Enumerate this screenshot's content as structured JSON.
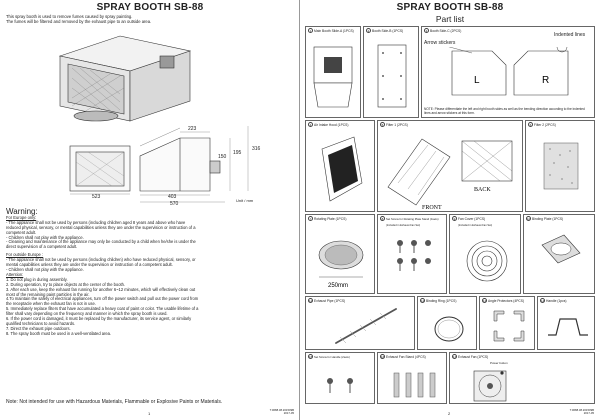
{
  "left_page": {
    "title": "SPRAY BOOTH SB-88",
    "intro_line1": "This spray booth is used to remove fumes caused by spray painting.",
    "intro_line2": "The fumes will be filtered and removed by the exhaust pipe to an outside area.",
    "dims": {
      "d223": "223",
      "d150": "150",
      "d195": "195",
      "d316": "316",
      "d523": "523",
      "d403": "403",
      "d570": "570",
      "unit": "Unit / mm"
    },
    "warning_title": "Warning:",
    "eu_title": "For Europe only:",
    "eu_items": [
      "- The appliance shall not be used by persons (including children aged 8 years and above who have",
      "  reduced physical, sensory, or mental capabilities unless they are under the supervision or instruction of a",
      "  competent adult.",
      "- Children shall not play with the appliance.",
      "- Cleaning and maintenance of the appliance may only be conducted by a child when he/she is under the",
      "  direct supervision of a competent adult."
    ],
    "outside_title": "For outside Europe :",
    "outside_items": [
      "- The appliance shall not be used by persons (including children) who have reduced physical, sensory, or",
      "  mental capabilities unless they are under the supervision or instruction of a competent adult.",
      "- Children shall not play with the appliance."
    ],
    "attention_title": "Attention:",
    "attention_items": [
      "1. Do not plug in during assembly.",
      "2. During operation, try to place objects at the center of the booth.",
      "3. After each use, keep the exhaust fan running for another 6~12 minutes, which will effectively clean out",
      "   most of the remaining paint particles in the air.",
      "4.To maintain the safety of electrical appliances, turn off the power switch and pull out the power cord from",
      "   the receptacle when the exhaust fan is not in use.",
      "5. Immediately replace filters that have accumulated a heavy coat of paint or color. The usable lifetime of a",
      "   filter shall vary depending on the frequency and manner in which the spray booth is used.",
      "6. If the power cord is damaged, it must be replaced by the manufacturer, its service agent, or similarly",
      "   qualified technicians to avoid hazards.",
      "7. Direct the exhaust pipe outdoors.",
      "8. The spray booth must be used in a well-ventilated area."
    ],
    "note": "Note: Not intended for use with Hazardous Materials, Flammable or Explosive Paints or Materials.",
    "page_number": "1",
    "code1": "T.0688.38.201509B",
    "code2": "2017-05"
  },
  "right_page": {
    "title": "SPRAY BOOTH SB-88",
    "part_list_title": "Part list",
    "parts": [
      {
        "n": "1",
        "label": "Main Booth Slide-A (1PCS)"
      },
      {
        "n": "2",
        "label": "Booth Side-B (1PCS)"
      },
      {
        "n": "3",
        "label": "Booth Side-C (2PCS)"
      },
      {
        "n": "4",
        "label": "Air Intake Hood (1PCS)"
      },
      {
        "n": "5",
        "label": "Filter 1 (2PCS)"
      },
      {
        "n": "6",
        "label": "Filter 2 (2PCS)"
      },
      {
        "n": "7",
        "label": "Rotating Plate (1PCS)"
      },
      {
        "n": "8",
        "label": "Set Screw for Rotating Plate Stand (4sets)"
      },
      {
        "n": "9",
        "label": "Fan Cover (1PCS)"
      },
      {
        "n": "10",
        "label": "Binding Plate (1PCS)"
      },
      {
        "n": "11",
        "label": "Exhaust Pipe (1PCS)"
      },
      {
        "n": "12",
        "label": "Binding Ring (1PCS)"
      },
      {
        "n": "13",
        "label": "Angle Protectors (4PCS)"
      },
      {
        "n": "14",
        "label": "Handle (1pcs)"
      },
      {
        "n": "15",
        "label": "Set Screw for Handle (2sets)"
      },
      {
        "n": "16",
        "label": "Exhaust Fan Stand (4PCS)"
      },
      {
        "n": "17",
        "label": "Exhaust Fan (1PCS)"
      }
    ],
    "screw_sub1": "(Included in Exhaust Fan Set)",
    "fan_cover_sub": "(Included in Exhaust Fan Set)",
    "arrow_stickers": "Arrow stickers",
    "indented_lines": "Indented lines",
    "letter_L": "L",
    "letter_R": "R",
    "side_note": "NOTE: Please differentiate the left and right booth sides as well as the bending direction according to the indented lines and arrow stickers at this form.",
    "front": "FRONT",
    "back": "BACK",
    "size_250": "250mm",
    "power_button": "Power button",
    "page_number": "2",
    "code1": "T.0688.38.201509B",
    "code2": "2017-05"
  }
}
